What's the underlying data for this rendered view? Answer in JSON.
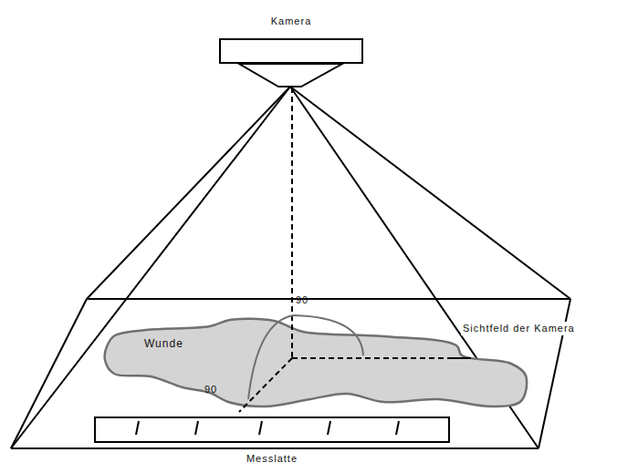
{
  "diagram": {
    "nodes": [
      {
        "text": [
          "Kamera"
        ]
      },
      {
        "text": [
          "Wunde"
        ]
      },
      {
        "text": [
          "Messlatte"
        ]
      }
    ],
    "labels": [
      "90",
      "Sichtfeld der Kamera",
      "90"
    ]
  }
}
